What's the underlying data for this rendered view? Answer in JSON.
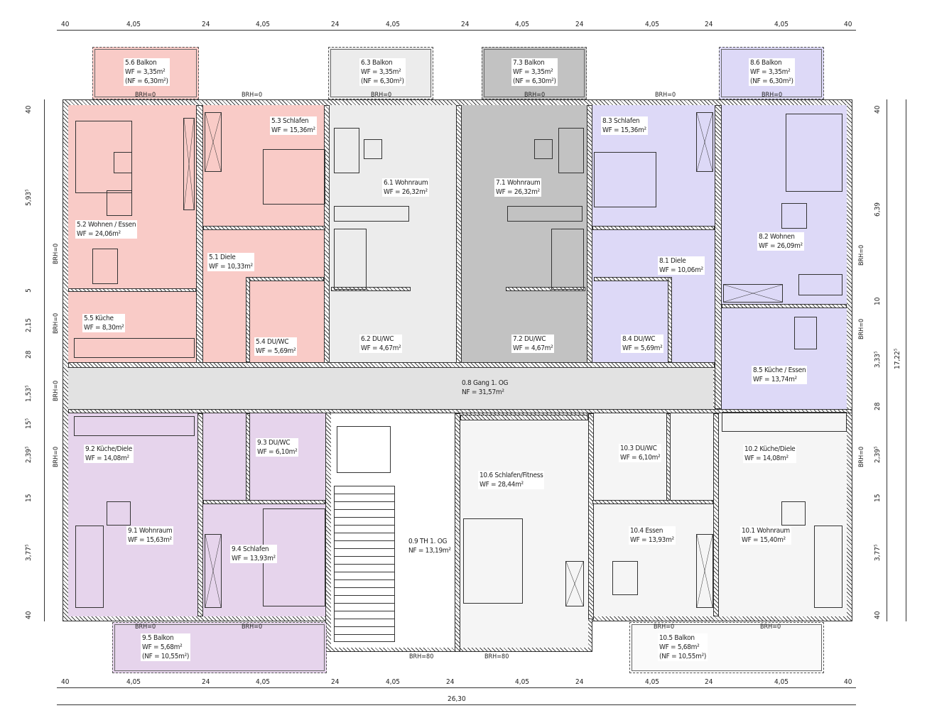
{
  "colors": {
    "unit5": "#f9cbc7",
    "unit6": "#ececec",
    "unit7": "#c2c2c2",
    "unit8": "#ddd9f7",
    "unit9": "#e6d4ec",
    "unit10": "#f5f5f5",
    "corridor": "#e2e2e2"
  },
  "rooms": {
    "r56": {
      "name": "5.6 Balkon",
      "wf": "WF = 3,35m²",
      "nf": "(NF = 6,30m²)"
    },
    "r63": {
      "name": "6.3 Balkon",
      "wf": "WF = 3,35m²",
      "nf": "(NF = 6,30m²)"
    },
    "r73": {
      "name": "7.3 Balkon",
      "wf": "WF = 3,35m²",
      "nf": "(NF = 6,30m²)"
    },
    "r86": {
      "name": "8.6 Balkon",
      "wf": "WF = 3,35m²",
      "nf": "(NF = 6,30m²)"
    },
    "r53": {
      "name": "5.3 Schlafen",
      "wf": "WF = 15,36m²"
    },
    "r52": {
      "name": "5.2 Wohnen / Essen",
      "wf": "WF = 24,06m²"
    },
    "r51": {
      "name": "5.1 Diele",
      "wf": "WF = 10,33m²"
    },
    "r55": {
      "name": "5.5 Küche",
      "wf": "WF = 8,30m²"
    },
    "r54": {
      "name": "5.4 DU/WC",
      "wf": "WF = 5,69m²"
    },
    "r61": {
      "name": "6.1 Wohnraum",
      "wf": "WF = 26,32m²"
    },
    "r62": {
      "name": "6.2 DU/WC",
      "wf": "WF = 4,67m²"
    },
    "r71": {
      "name": "7.1 Wohnraum",
      "wf": "WF = 26,32m²"
    },
    "r72": {
      "name": "7.2 DU/WC",
      "wf": "WF = 4,67m²"
    },
    "r83": {
      "name": "8.3 Schlafen",
      "wf": "WF = 15,36m²"
    },
    "r81": {
      "name": "8.1 Diele",
      "wf": "WF = 10,06m²"
    },
    "r82": {
      "name": "8.2 Wohnen",
      "wf": "WF = 26,09m²"
    },
    "r84": {
      "name": "8.4 DU/WC",
      "wf": "WF = 5,69m²"
    },
    "r85": {
      "name": "8.5 Küche / Essen",
      "wf": "WF = 13,74m²"
    },
    "r08": {
      "name": "0.8 Gang 1. OG",
      "wf": "NF = 31,57m²"
    },
    "r92": {
      "name": "9.2 Küche/Diele",
      "wf": "WF = 14,08m²"
    },
    "r93": {
      "name": "9.3 DU/WC",
      "wf": "WF = 6,10m²"
    },
    "r91": {
      "name": "9.1 Wohnraum",
      "wf": "WF = 15,63m²"
    },
    "r94": {
      "name": "9.4 Schlafen",
      "wf": "WF = 13,93m²"
    },
    "r09": {
      "name": "0.9 TH 1. OG",
      "wf": "NF = 13,19m²"
    },
    "r106": {
      "name": "10.6 Schlafen/Fitness",
      "wf": "WF = 28,44m²"
    },
    "r103": {
      "name": "10.3 DU/WC",
      "wf": "WF = 6,10m²"
    },
    "r102": {
      "name": "10.2 Küche/Diele",
      "wf": "WF = 14,08m²"
    },
    "r104": {
      "name": "10.4 Essen",
      "wf": "WF = 13,93m²"
    },
    "r101": {
      "name": "10.1 Wohnraum",
      "wf": "WF = 15,40m²"
    },
    "r95": {
      "name": "9.5 Balkon",
      "wf": "WF = 5,68m²",
      "nf": "(NF = 10,55m²)"
    },
    "r105": {
      "name": "10.5 Balkon",
      "wf": "WF = 5,68m²",
      "nf": "(NF = 10,55m²)"
    }
  },
  "brh": {
    "zero": "BRH=0",
    "eighty": "BRH=80"
  },
  "dims": {
    "top": [
      "40",
      "4,05",
      "24",
      "4,05",
      "24",
      "4,05",
      "24",
      "4,05",
      "24",
      "4,05",
      "24",
      "4,05",
      "40"
    ],
    "bottom": [
      "40",
      "4,05",
      "24",
      "4,05",
      "24",
      "4,05",
      "24",
      "4,05",
      "24",
      "4,05",
      "24",
      "4,05",
      "40"
    ],
    "total_width": "26,30",
    "left": [
      "40",
      "5,93⁵",
      "5",
      "2,15",
      "28",
      "1,53⁵",
      "15⁵",
      "2,39⁵",
      "15",
      "3,77⁵",
      "40"
    ],
    "right": [
      "40",
      "6,39",
      "10",
      "3,33⁵",
      "28",
      "2,39⁵",
      "15",
      "3,77⁵",
      "40"
    ],
    "total_height": "17,22⁵"
  }
}
